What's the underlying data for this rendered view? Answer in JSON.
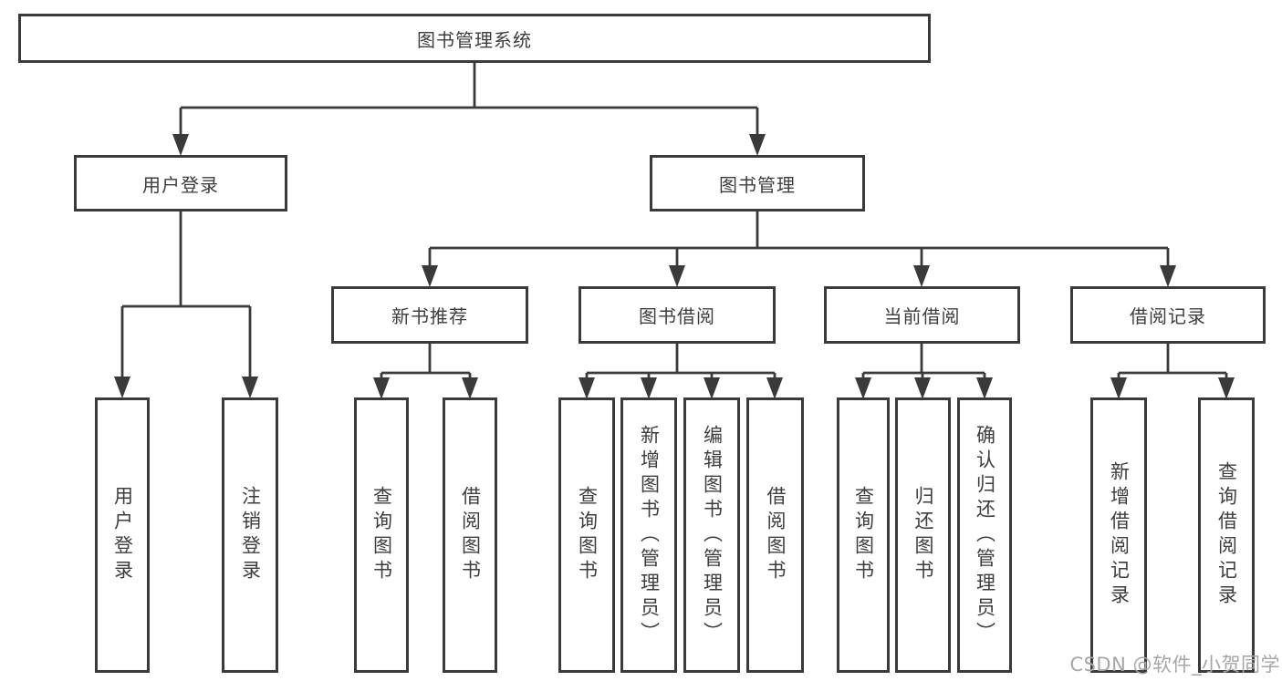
{
  "colors": {
    "line": "#3a3a3a",
    "box_border": "#3a3a3a",
    "text": "#3d3d3d",
    "background": "#ffffff",
    "watermark": "#a6a6a6"
  },
  "tree": {
    "label": "图书管理系统",
    "children": [
      {
        "label": "用户登录",
        "children": [
          {
            "label": "用户登录"
          },
          {
            "label": "注销登录"
          }
        ]
      },
      {
        "label": "图书管理",
        "children": [
          {
            "label": "新书推荐",
            "children": [
              {
                "label": "查询图书"
              },
              {
                "label": "借阅图书"
              }
            ]
          },
          {
            "label": "图书借阅",
            "children": [
              {
                "label": "查询图书"
              },
              {
                "label": "新增图书（管理员）"
              },
              {
                "label": "编辑图书（管理员）"
              },
              {
                "label": "借阅图书"
              }
            ]
          },
          {
            "label": "当前借阅",
            "children": [
              {
                "label": "查询图书"
              },
              {
                "label": "归还图书"
              },
              {
                "label": "确认归还（管理员）"
              }
            ]
          },
          {
            "label": "借阅记录",
            "children": [
              {
                "label": "新增借阅记录"
              },
              {
                "label": "查询借阅记录"
              }
            ]
          }
        ]
      }
    ]
  },
  "watermark": {
    "text": "CSDN @软件_小贺同学"
  }
}
